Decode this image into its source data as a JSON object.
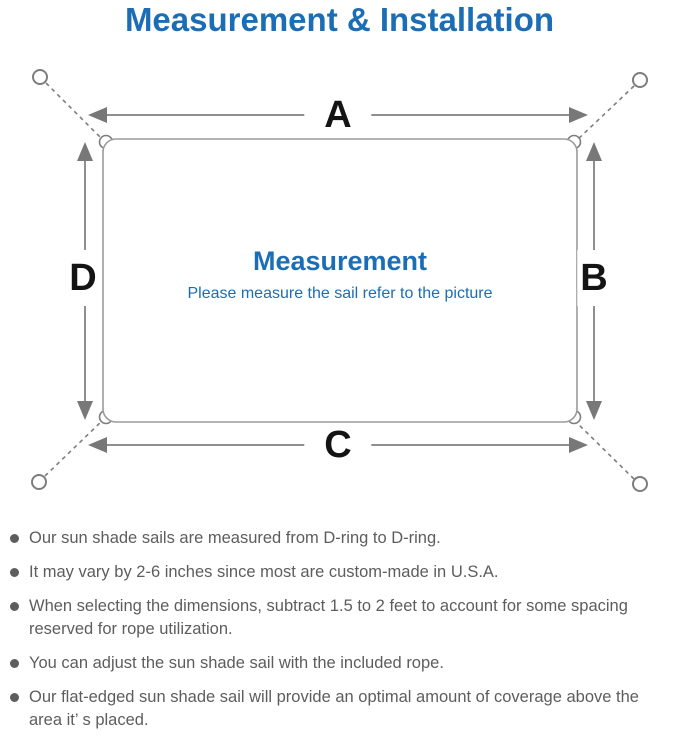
{
  "title": "Measurement & Installation",
  "diagram": {
    "heading": "Measurement",
    "subheading": "Please measure the sail refer to the picture",
    "labels": {
      "top": "A",
      "right": "B",
      "bottom": "C",
      "left": "D"
    }
  },
  "notes": [
    "Our sun shade sails are measured from D-ring to D-ring.",
    "It may vary by 2-6 inches since most are custom-made in U.S.A.",
    "When selecting the dimensions, subtract 1.5 to 2 feet to account for some spacing reserved for rope utilization.",
    "You can adjust the sun shade sail with the included rope.",
    "Our flat-edged sun shade sail will provide an optimal amount of coverage above the area it’ s placed."
  ],
  "colors": {
    "accent_blue": "#1b6eb5",
    "line_gray": "#8f8f8f",
    "arrow_gray": "#787878",
    "text_gray": "#5d5d5d",
    "label_black": "#141414"
  }
}
